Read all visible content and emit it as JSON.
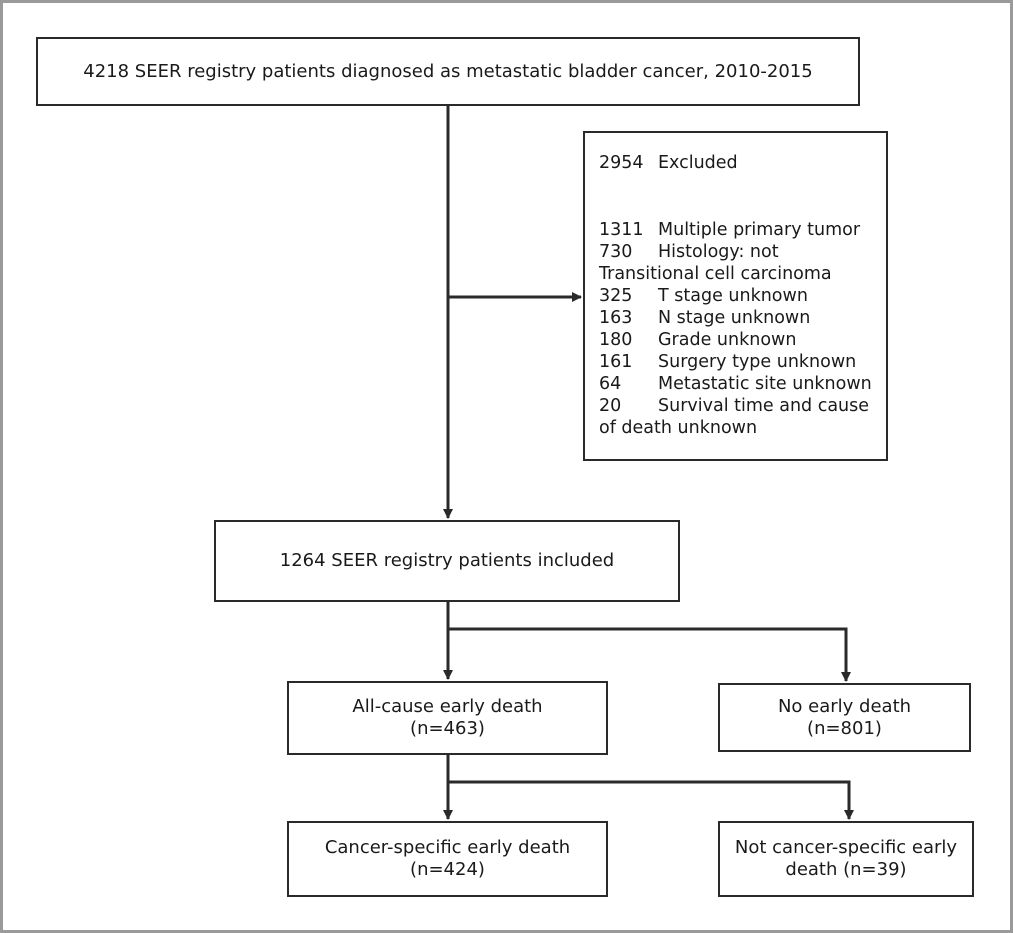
{
  "top_box": {
    "text": "4218 SEER registry patients diagnosed as metastatic bladder cancer, 2010-2015"
  },
  "excluded_box": {
    "header_num": "2954",
    "header_label": "Excluded",
    "items": [
      {
        "num": "1311",
        "label": "Multiple primary tumor"
      },
      {
        "num": "730",
        "label": "Histology: not",
        "cont": "Transitional cell carcinoma"
      },
      {
        "num": "325",
        "label": "T stage unknown"
      },
      {
        "num": "163",
        "label": "N stage unknown"
      },
      {
        "num": "180",
        "label": "Grade unknown"
      },
      {
        "num": "161",
        "label": "Surgery type unknown"
      },
      {
        "num": "64",
        "label": "Metastatic site unknown"
      },
      {
        "num": "20",
        "label": "Survival time and cause",
        "cont": "of death unknown"
      }
    ]
  },
  "included_box": {
    "text": "1264 SEER registry patients included"
  },
  "all_cause_box": {
    "line1": "All-cause early death",
    "line2": "(n=463)"
  },
  "no_early_box": {
    "line1": "No early death",
    "line2": "(n=801)"
  },
  "cancer_specific_box": {
    "line1": "Cancer-specific early death",
    "line2": "(n=424)"
  },
  "not_cancer_box": {
    "line1": "Not cancer-specific early",
    "line2": "death (n=39)"
  }
}
